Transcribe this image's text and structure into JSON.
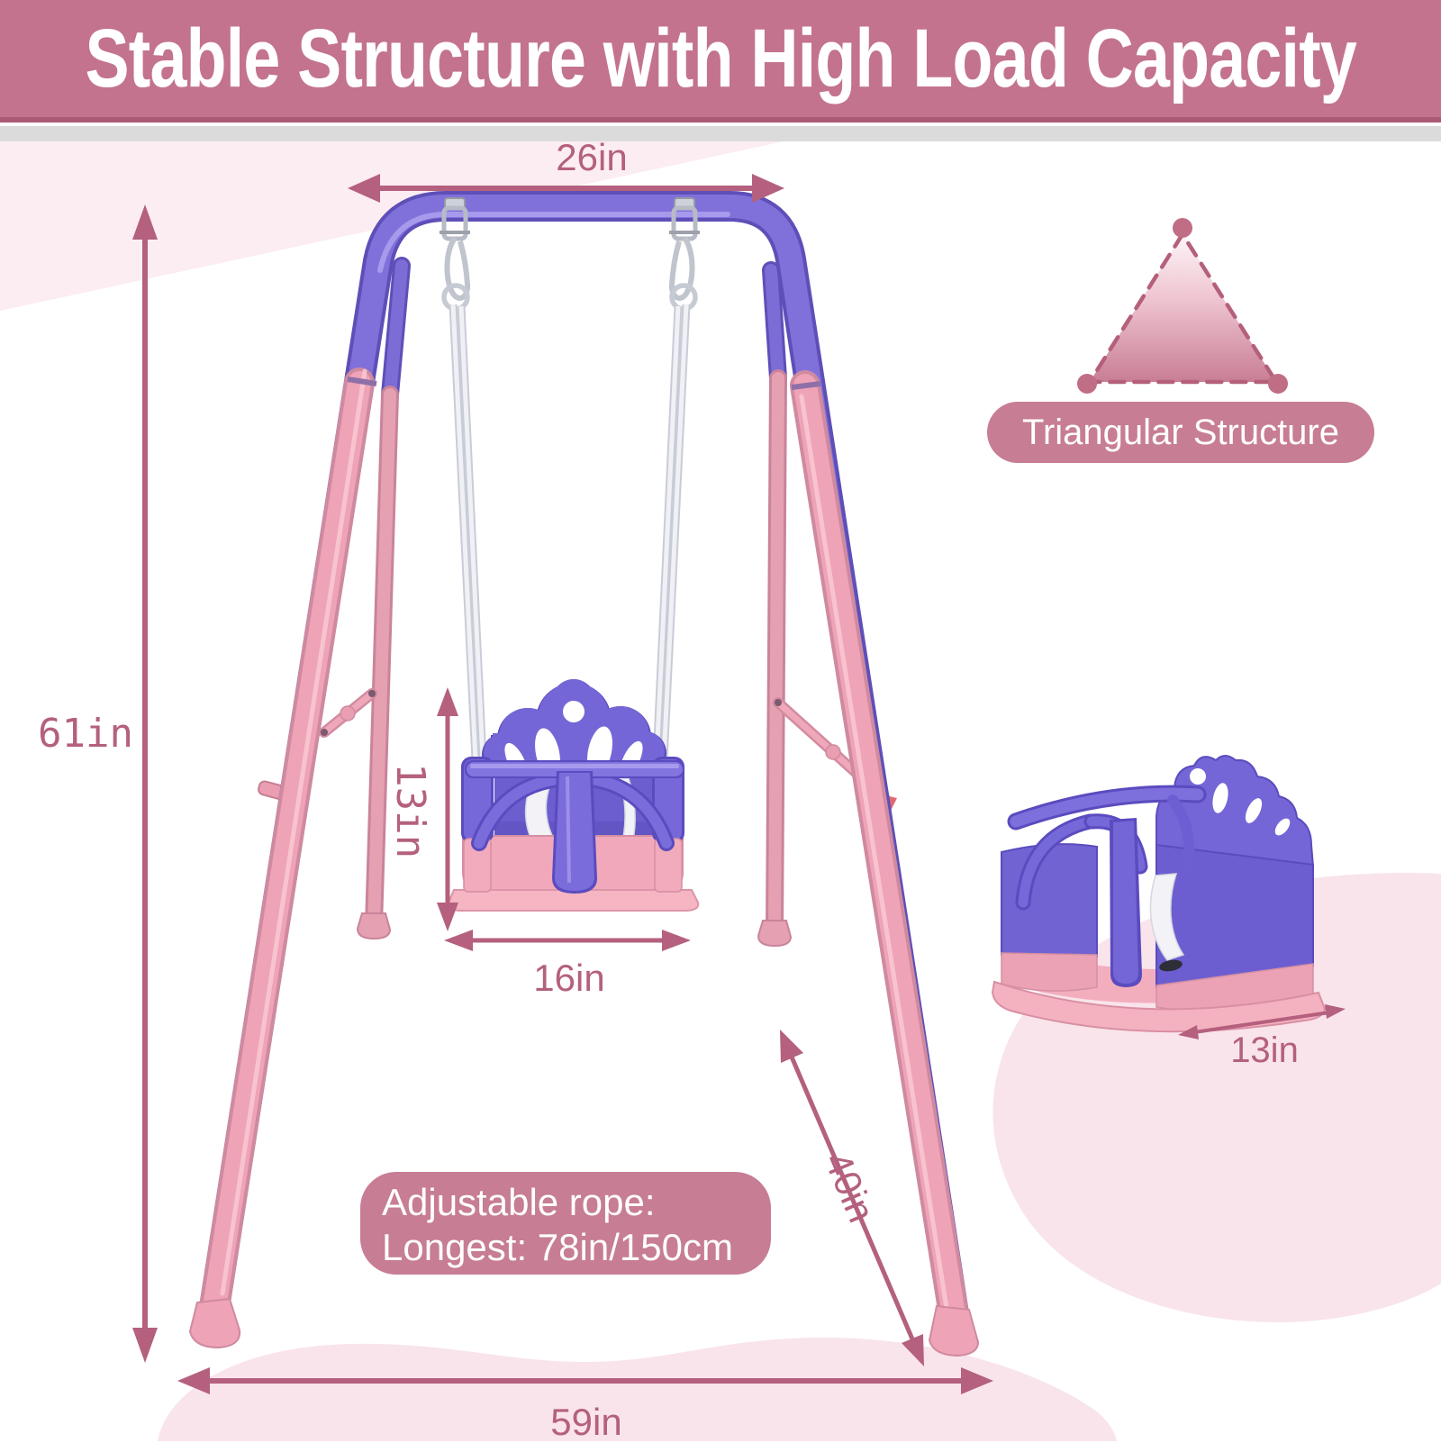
{
  "header": {
    "title": "Stable Structure with High Load Capacity"
  },
  "dims": {
    "top_width": "26in",
    "height": "61in",
    "seat_back": "13in",
    "seat_width": "16in",
    "depth": "40in",
    "base_width": "59in",
    "seat_depth": "13in"
  },
  "callouts": {
    "triangle": "Triangular Structure",
    "rope1": "Adjustable rope:",
    "rope2": "Longest: 78in/150cm"
  },
  "colors": {
    "header_bg": "#c3738d",
    "accent": "#b4607e",
    "pill_bg": "#c77d93",
    "frame_purple": "#8071da",
    "frame_pink": "#efa3b7",
    "seat_purple": "#7466d6",
    "seat_pink": "#f1a8ba",
    "blob_pink": "#f9e4eb",
    "rope_white": "#f0f1f6"
  }
}
